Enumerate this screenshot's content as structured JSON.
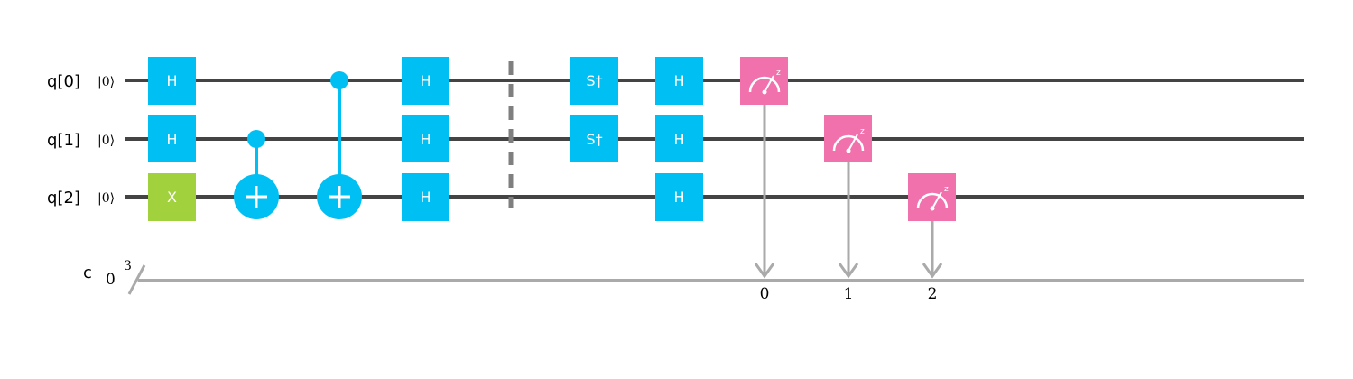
{
  "qubits": [
    {
      "label": "q[0]",
      "init": "|0⟩"
    },
    {
      "label": "q[1]",
      "init": "|0⟩"
    },
    {
      "label": "q[2]",
      "init": "|0⟩"
    }
  ],
  "creg": {
    "label": "c",
    "init": "0",
    "size": "3",
    "bits": [
      "0",
      "1",
      "2"
    ]
  },
  "colors": {
    "h_gate": "#00bff2",
    "x_gate": "#a1d23e",
    "control": "#00bff2",
    "measure": "#f171ad",
    "quantum_wire": "#444444",
    "classical_wire": "#aaaaaa",
    "barrier": "#7f7f7f"
  },
  "gates": {
    "h": "H",
    "x": "X",
    "sdg": "S†"
  },
  "icons": {
    "measure": "meter-icon",
    "target": "cnot-target-icon",
    "control": "control-dot-icon"
  }
}
